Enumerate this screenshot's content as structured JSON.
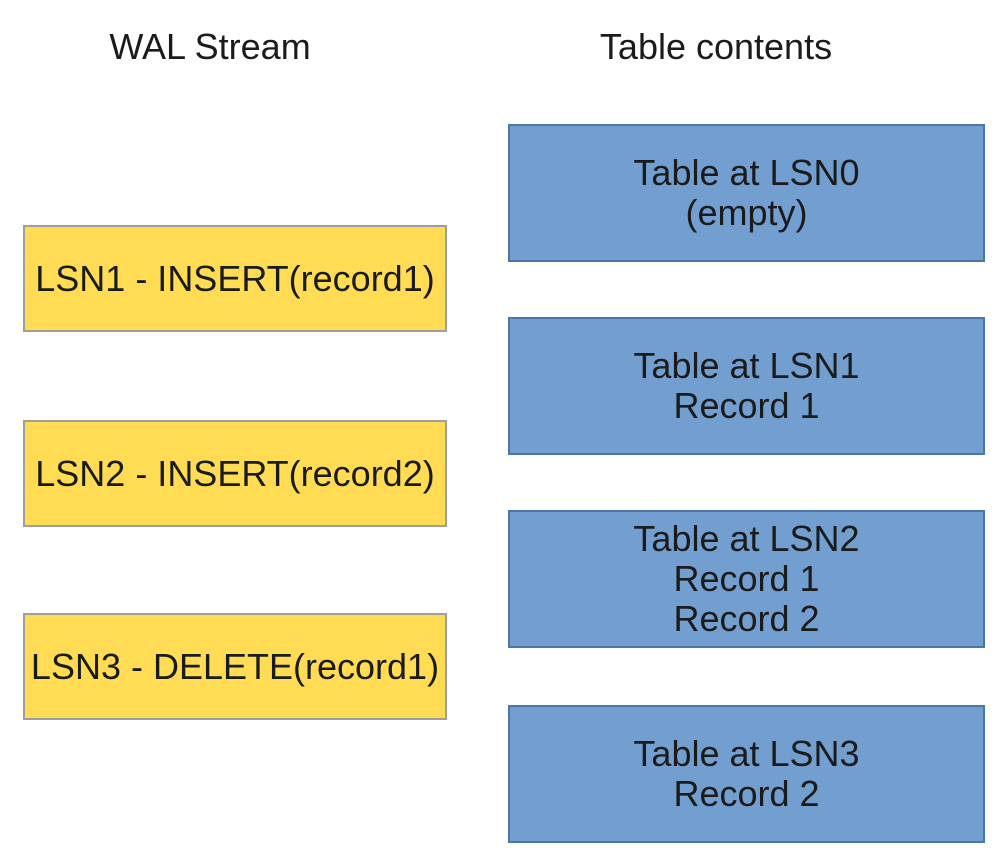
{
  "titles": {
    "wal": "WAL Stream",
    "table": "Table contents"
  },
  "wal_entries": [
    {
      "label": "LSN1 - INSERT(record1)"
    },
    {
      "label": "LSN2 - INSERT(record2)"
    },
    {
      "label": "LSN3 - DELETE(record1)"
    }
  ],
  "table_states": [
    {
      "lines": [
        "Table at LSN0",
        "(empty)"
      ]
    },
    {
      "lines": [
        "Table at LSN1",
        "Record 1"
      ]
    },
    {
      "lines": [
        "Table at LSN2",
        "Record 1",
        "Record 2"
      ]
    },
    {
      "lines": [
        "Table at LSN3",
        "Record 2"
      ]
    }
  ],
  "colors": {
    "background": "#ffffff",
    "wal_box_fill": "#ffdc54",
    "wal_box_border": "#9e9e9e",
    "table_box_fill": "#729fcf",
    "table_box_border": "#4a76a8",
    "text": "#1b1b1b"
  }
}
